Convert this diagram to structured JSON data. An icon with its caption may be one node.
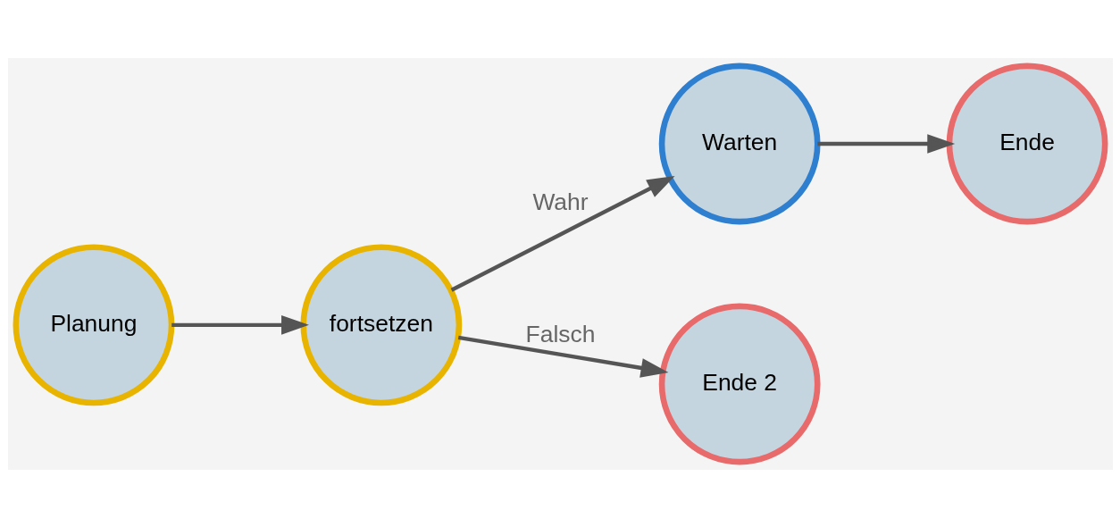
{
  "diagram": {
    "nodes": [
      {
        "text": [
          "Planung"
        ]
      },
      {
        "text": [
          "fortsetzen"
        ]
      },
      {
        "text": [
          "Warten"
        ]
      },
      {
        "text": [
          "Ende"
        ]
      },
      {
        "text": [
          "Ende 2"
        ]
      }
    ],
    "edges": [
      {
        "from": 0,
        "to": 1,
        "arrow": "to"
      },
      {
        "from": 1,
        "to": 2,
        "arrow": "to",
        "label": "Wahr"
      },
      {
        "from": 2,
        "to": 3,
        "arrow": "to"
      },
      {
        "from": 1,
        "to": 4,
        "arrow": "to",
        "label": "Falsch"
      }
    ]
  }
}
